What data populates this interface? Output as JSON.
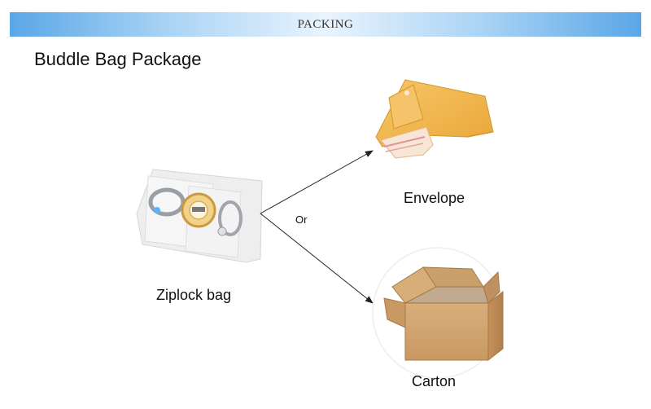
{
  "header": {
    "title": "PACKING",
    "accent_color": "#5aa7e6"
  },
  "section_title": "Buddle Bag Package",
  "items": {
    "ziplock": {
      "label": "Ziplock bag",
      "icon": "ziplock-bag-with-rings-image"
    },
    "envelope": {
      "label": "Envelope",
      "icon": "kraft-bubble-envelope-image"
    },
    "carton": {
      "label": "Carton",
      "icon": "cardboard-carton-box-image"
    }
  },
  "connector_label": "Or"
}
